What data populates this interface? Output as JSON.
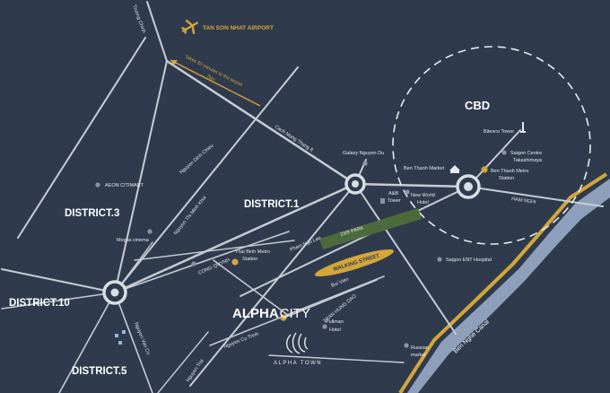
{
  "map": {
    "colors": {
      "background": "#2f3b4d",
      "road": "#c7ccd6",
      "gold": "#d3a63a",
      "canal": "#8e9fbc",
      "park": "#4d6a3c"
    },
    "airport": {
      "label": "TAN SON NHAT AIRPORT",
      "icon": "airplane-icon"
    },
    "airport_route": {
      "top_text": "Takes 30 minutes to the airport",
      "bottom_text": "7km"
    },
    "cbd": {
      "label": "CBD"
    },
    "districts": [
      "DISTRICT.3",
      "DISTRICT.1",
      "DISTRICT.10",
      "DISTRICT.5"
    ],
    "roads": {
      "truong_chinh": "Truong Chinh",
      "cach_mang": "Cach Mang Thang 8",
      "nguyen_dinh_chieu": "Nguyen Dinh Chieu",
      "nguyen_thi_minh_khai": "Nguyen Thi Minh Khai",
      "cong_quynh": "CONG QUYNH",
      "pham_ngu_lao": "Pham Ngu Lao",
      "bui_vien": "Bui Vien",
      "tran_hung_dao": "TRAN HUNG DAO",
      "nguyen_cu_trinh": "Nguyen Cu Trinh",
      "nguyen_trai": "Nguyen Trai",
      "nguyen_van_cu": "Nguyen Van Cu",
      "ham_nghi": "HAM NGHI"
    },
    "pois": {
      "aeon": "AEON CITIMART",
      "megastar": "Megas cinema",
      "galaxy": "Galaxy Nguyen Du",
      "ben_thanh_market": "Ben Thanh Market",
      "bitexco": "Bitexco Tower",
      "saigon_centre_1": "Saigon Centre",
      "saigon_centre_2": "Takashimaya",
      "metro_1": "Ben Thanh Metro",
      "metro_2": "Station",
      "ab_tower_1": "A&B",
      "ab_tower_2": "Tower",
      "new_world_1": "New World",
      "new_world_2": "Hotel",
      "thai_binh_1": "Thai Binh Metro",
      "thai_binh_2": "Station",
      "ent_hospital": "Saigon ENT Hospital",
      "pullman_1": "Pullman",
      "pullman_2": "Hotel",
      "russian_1": "Russian",
      "russian_2": "market"
    },
    "park_label": "23/9 PARK",
    "walking_street": "WALKING STREET",
    "canal_label": "Ben Nghe Canal",
    "project": {
      "title_main": "ALPHA",
      "title_accent": "CITY",
      "tower": "ALPHA TOWN"
    }
  }
}
